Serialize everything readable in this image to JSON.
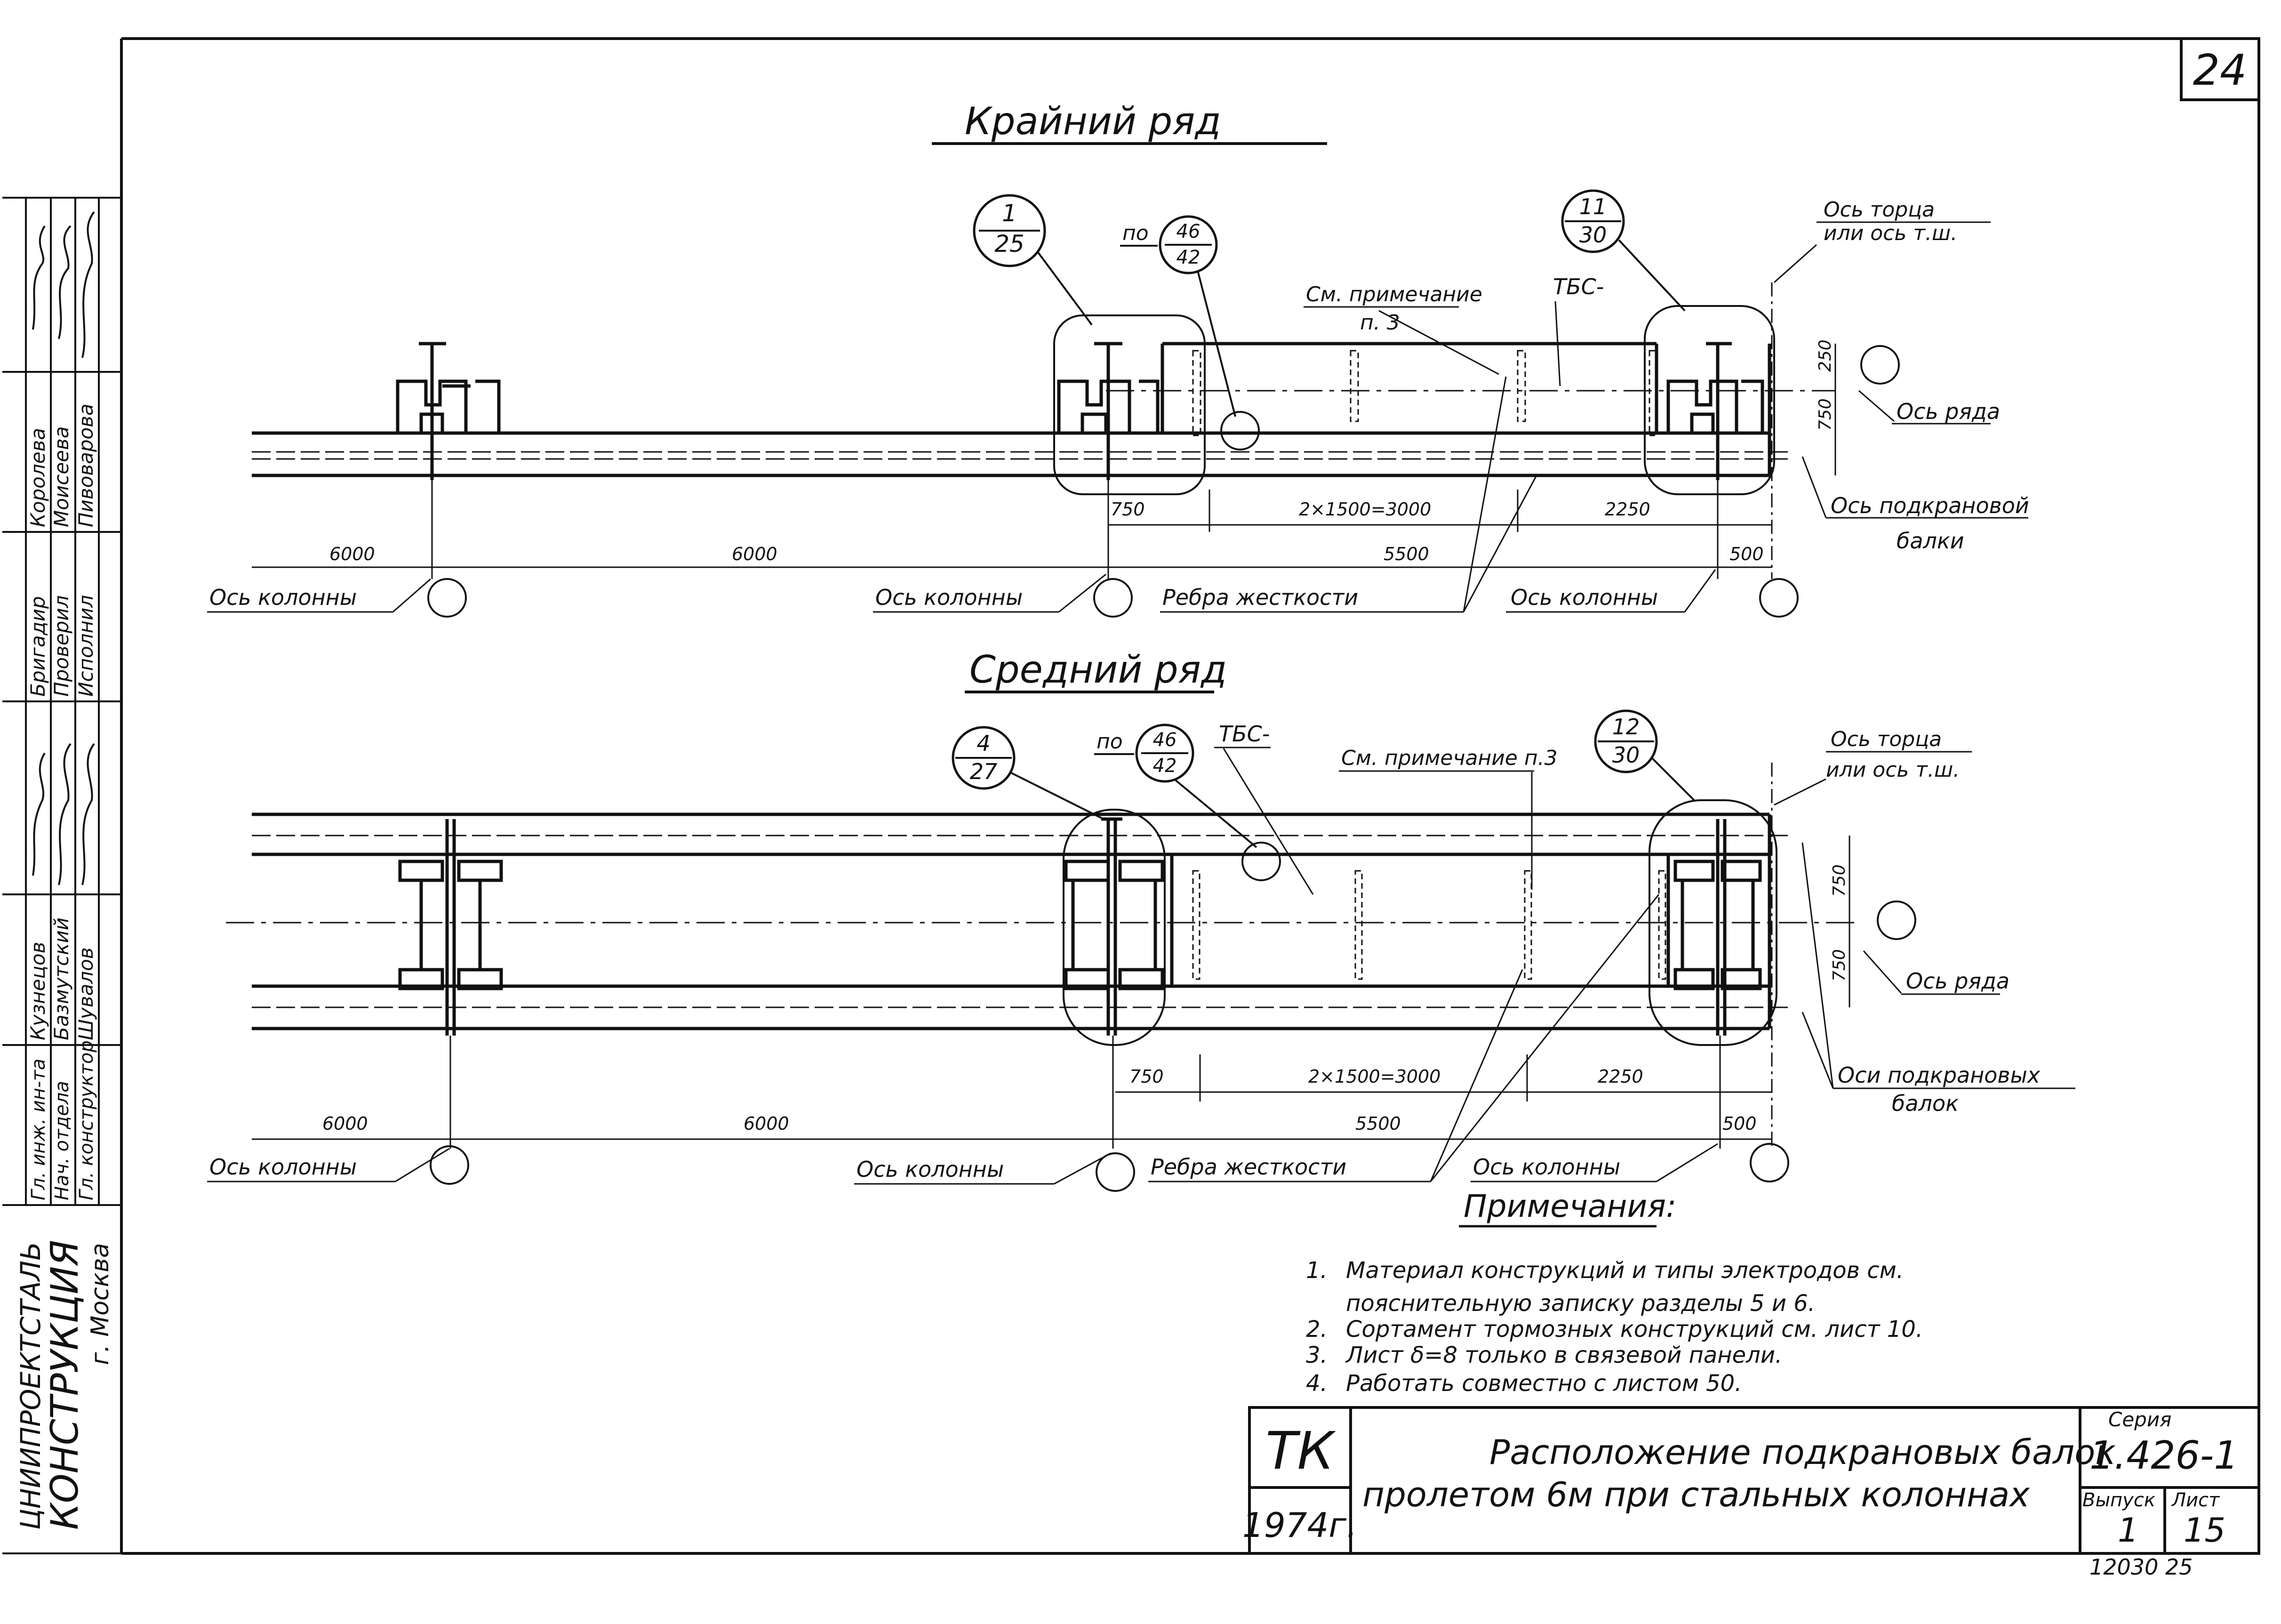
{
  "sheet_number": "24",
  "top": {
    "title": "Крайний ряд",
    "callout1": {
      "top": "1",
      "bottom": "25"
    },
    "callout2": {
      "prefix": "по",
      "top": "46",
      "bottom": "42"
    },
    "callout3": {
      "top": "11",
      "bottom": "30"
    },
    "note_ref": "См. примечание",
    "note_ref2": "п. 3",
    "tbs": "ТБС-",
    "axis_end": "Ось торца",
    "axis_end2": "или ось т.ш.",
    "axis_row": "Ось ряда",
    "axis_beam": "Ось подкрановой",
    "axis_beam2": "балки",
    "dim_250": "250",
    "dim_750": "750",
    "dim_750b": "750",
    "dim_3000": "2×1500=3000",
    "dim_2250": "2250",
    "dim_6000a": "6000",
    "dim_6000b": "6000",
    "dim_5500": "5500",
    "dim_500": "500",
    "col_axis1": "Ось колонны",
    "col_axis2": "Ось колонны",
    "stiffeners": "Ребра жесткости",
    "col_axis3": "Ось колонны"
  },
  "mid": {
    "title": "Средний ряд",
    "callout1": {
      "top": "4",
      "bottom": "27"
    },
    "callout2": {
      "prefix": "по",
      "top": "46",
      "bottom": "42"
    },
    "callout3": {
      "top": "12",
      "bottom": "30"
    },
    "tbs": "ТБС-",
    "note_ref": "См. примечание п.3",
    "axis_end": "Ось торца",
    "axis_end2": "или ось т.ш.",
    "axis_row": "Ось ряда",
    "axis_beams": "Оси подкрановых",
    "axis_beams2": "балок",
    "dim_750a": "750",
    "dim_750b": "750",
    "dim_750c": "750",
    "dim_3000": "2×1500=3000",
    "dim_2250": "2250",
    "dim_6000a": "6000",
    "dim_6000b": "6000",
    "dim_5500": "5500",
    "dim_500": "500",
    "col_axis1": "Ось колонны",
    "col_axis2": "Ось колонны",
    "stiffeners": "Ребра жесткости",
    "col_axis3": "Ось колонны"
  },
  "notes": {
    "heading": "Примечания:",
    "items": [
      {
        "n": "1.",
        "text": "Материал конструкций и типы электродов см."
      },
      {
        "n": "",
        "text": "пояснительную записку разделы 5 и 6."
      },
      {
        "n": "2.",
        "text": "Сортамент тормозных конструкций см. лист 10."
      },
      {
        "n": "3.",
        "text": "Лист δ=8 только в связевой панели."
      },
      {
        "n": "4.",
        "text": "Работать совместно с листом 50."
      }
    ]
  },
  "title_block": {
    "tk": "ТК",
    "year": "1974г.",
    "title1": "Расположение подкрановых балок",
    "title2": "пролетом 6м при стальных колоннах",
    "series_label": "Серия",
    "series": "1.426-1",
    "issue_label": "Выпуск",
    "issue": "1",
    "sheet_label": "Лист",
    "sheet": "15"
  },
  "side_stamp": {
    "org1": "ЦНИИПРОЕКТСТАЛЬ",
    "org2": "КОНСТРУКЦИЯ",
    "city": "г. Москва",
    "roles": [
      "Гл. инж. ин-та",
      "Нач. отдела",
      "Гл. конструктор",
      "Бригадир",
      "Проверил",
      "Исполнил"
    ],
    "names": [
      "Кузнецов",
      "Базмутский",
      "Шувалов",
      "Королева",
      "Моисеева",
      "Пивоварова"
    ]
  },
  "bottom_code": "12030 25"
}
